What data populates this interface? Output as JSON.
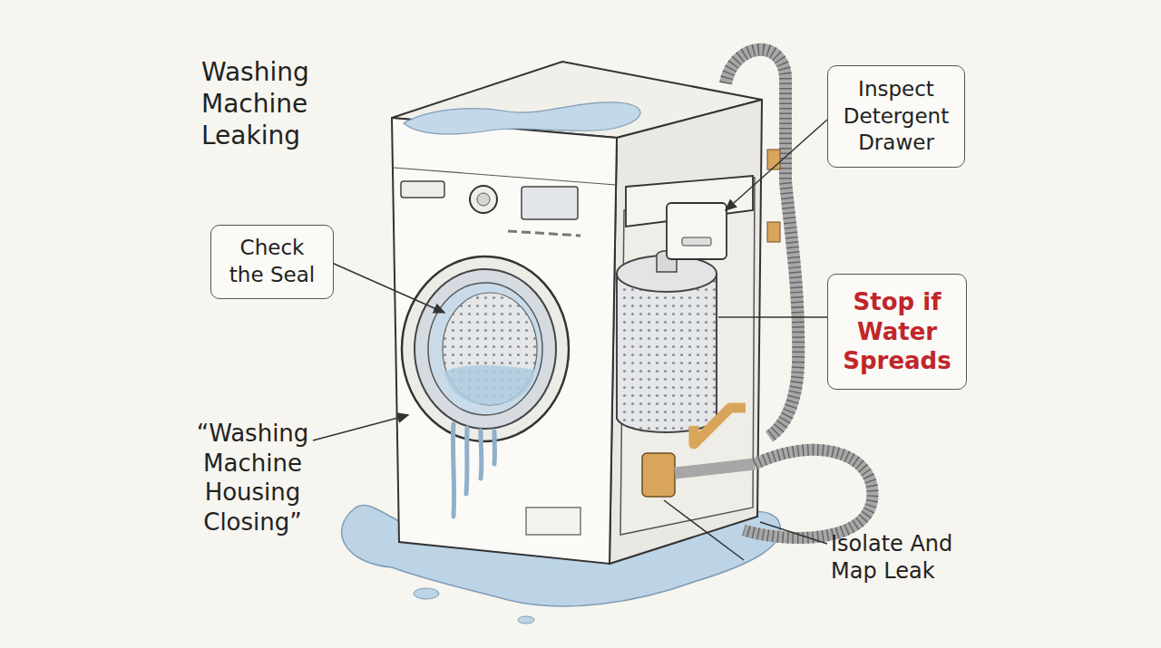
{
  "diagram": {
    "title": "Washing Machine Leaking",
    "nodes": [
      {
        "text": [
          "Inspect Detergent Drawer"
        ]
      },
      {
        "text": [
          "Check the Seal"
        ]
      },
      {
        "text": [
          "Stop if Water Spreads"
        ]
      }
    ],
    "labels": [
      "“Washing Machine Housing Closing”",
      "Isolate And Map Leak"
    ]
  }
}
